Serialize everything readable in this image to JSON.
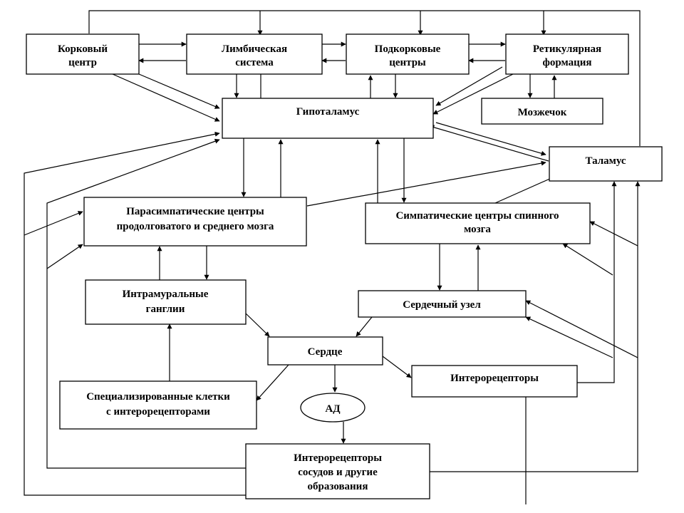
{
  "nodes": {
    "cortex": [
      "Корковый",
      "центр"
    ],
    "limbic": [
      "Лимбическая",
      "система"
    ],
    "subcortical": [
      "Подкорковые",
      "центры"
    ],
    "reticular": [
      "Ретикулярная",
      "формация"
    ],
    "cerebellum": [
      "Мозжечок"
    ],
    "hypothalamus": [
      "Гипоталамус"
    ],
    "thalamus": [
      "Таламус"
    ],
    "parasympathetic": [
      "Парасимпатические центры",
      "продолговатого   и среднего мозга"
    ],
    "sympathetic": [
      "Симпатические центры  спинного",
      "мозга"
    ],
    "intramural": [
      "Интрамуральные",
      "ганглии"
    ],
    "cardiac_node": [
      "Сердечный узел"
    ],
    "heart": [
      "Сердце"
    ],
    "interoceptors": [
      "Интерорецепторы"
    ],
    "special_cells": [
      "Специализированные клетки",
      "с интерорецепторами"
    ],
    "bp": [
      "АД"
    ],
    "vessel_receptors": [
      "Интерорецепторы",
      "сосудов и другие",
      "образования"
    ]
  }
}
